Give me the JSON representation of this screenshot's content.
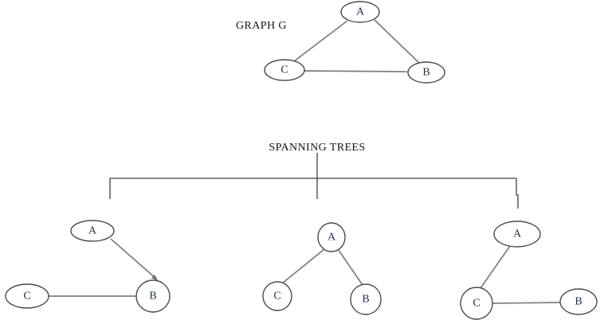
{
  "titles": {
    "graph": "GRAPH G",
    "spanning": "SPANNING TREES"
  },
  "node_labels": {
    "a": "A",
    "b": "B",
    "c": "C"
  },
  "graph_g": {
    "nodes": [
      "A",
      "C",
      "B"
    ],
    "edges": [
      {
        "from": "A",
        "to": "C"
      },
      {
        "from": "A",
        "to": "B"
      },
      {
        "from": "C",
        "to": "B"
      }
    ]
  },
  "spanning_trees": [
    {
      "nodes": [
        "A",
        "C",
        "B"
      ],
      "edges": [
        {
          "from": "A",
          "to": "B",
          "arrow": true
        },
        {
          "from": "C",
          "to": "B"
        }
      ]
    },
    {
      "nodes": [
        "A",
        "C",
        "B"
      ],
      "edges": [
        {
          "from": "A",
          "to": "C"
        },
        {
          "from": "A",
          "to": "B"
        }
      ]
    },
    {
      "nodes": [
        "A",
        "C",
        "B"
      ],
      "edges": [
        {
          "from": "A",
          "to": "C"
        },
        {
          "from": "C",
          "to": "B"
        }
      ]
    }
  ],
  "colors": {
    "background": "#ffffff",
    "edge": "#7d7d7d",
    "node_stroke": "#4b4b4b",
    "bracket": "#3f3f3f",
    "title_text": "#141414",
    "node_text": "#233049"
  }
}
